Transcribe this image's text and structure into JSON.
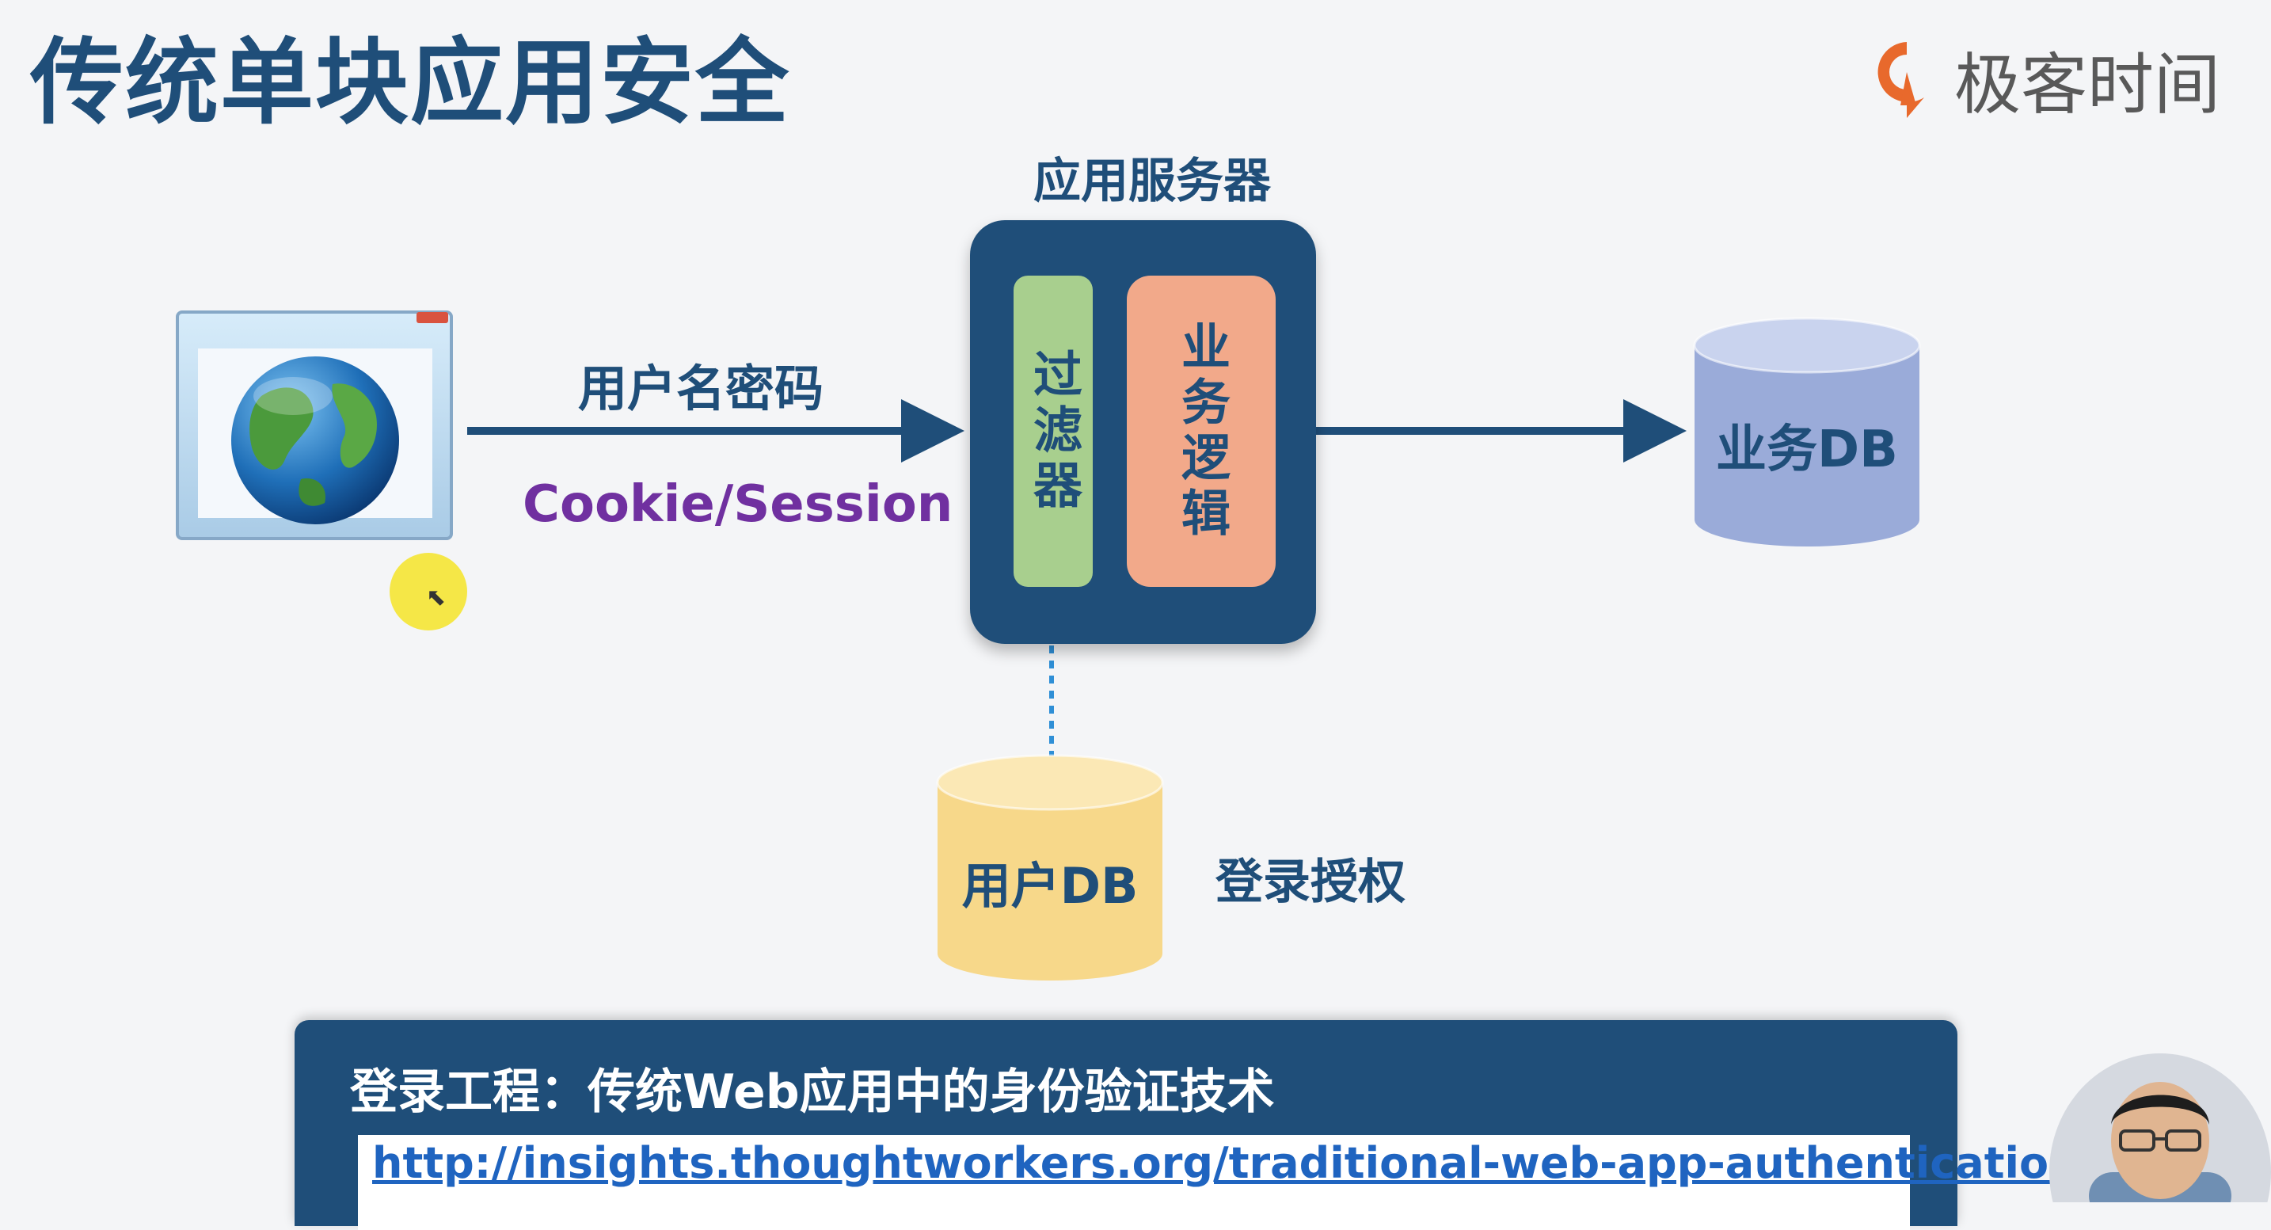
{
  "title": "传统单块应用安全",
  "brand": {
    "name": "极客时间",
    "logo_icon": "geektime-logo-icon",
    "accent": "#e8692c"
  },
  "server": {
    "title": "应用服务器",
    "filter_label": "过滤器",
    "business_label": "业务逻辑"
  },
  "arrow_labels": {
    "top": "用户名密码",
    "bottom": "Cookie/Session"
  },
  "business_db": {
    "label": "业务DB"
  },
  "user_db": {
    "label": "用户DB",
    "caption": "登录授权"
  },
  "reference": {
    "title": "登录工程：传统Web应用中的身份验证技术",
    "url": "http://insights.thoughtworkers.org/traditional-web-app-authentication/"
  },
  "colors": {
    "primary": "#1f4e79",
    "filter": "#a8cf8e",
    "business": "#f2a98a",
    "business_db": "#9aabd9",
    "user_db": "#f7d88a",
    "session": "#7030a0",
    "link": "#1f64c0"
  }
}
